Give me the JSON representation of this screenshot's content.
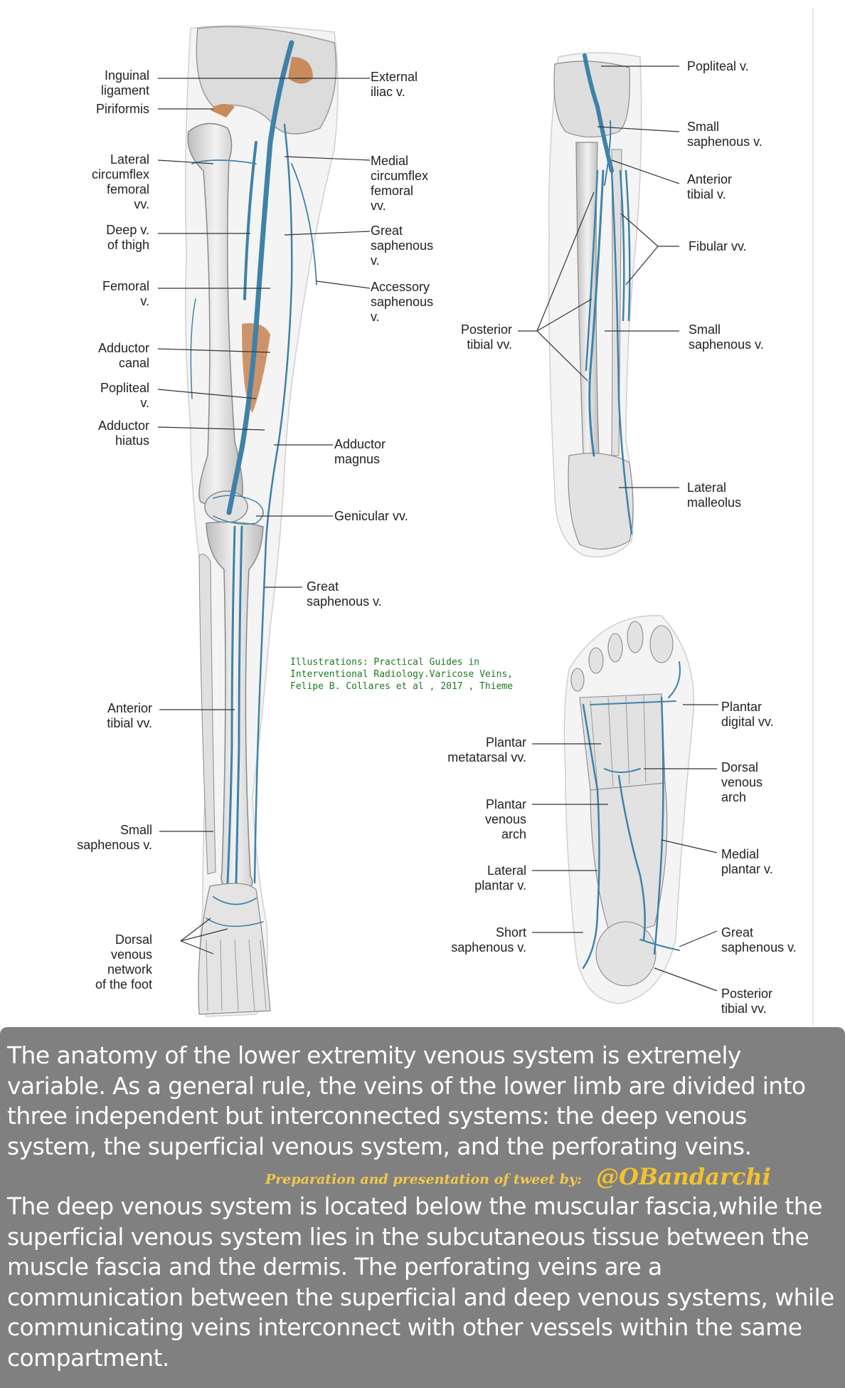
{
  "thigh_leg_labels": {
    "inguinal_ligament": "Inguinal\nligament",
    "piriformis": "Piriformis",
    "lateral_circumflex": "Lateral\ncircumflex\nfemoral\nvv.",
    "deep_v_thigh": "Deep v.\nof thigh",
    "femoral_v": "Femoral\nv.",
    "adductor_canal": "Adductor\ncanal",
    "popliteal_v": "Popliteal\nv.",
    "adductor_hiatus": "Adductor\nhiatus",
    "anterior_tibial": "Anterior\ntibial vv.",
    "small_saphenous": "Small\nsaphenous v.",
    "dorsal_venous_network": "Dorsal\nvenous\nnetwork\nof the foot",
    "external_iliac": "External\niliac v.",
    "medial_circumflex": "Medial\ncircumflex\nfemoral\nvv.",
    "great_saphenous": "Great\nsaphenous\nv.",
    "accessory_saphenous": "Accessory\nsaphenous\nv.",
    "adductor_magnus": "Adductor\nmagnus",
    "genicular": "Genicular vv.",
    "great_saphenous_leg": "Great\nsaphenous v."
  },
  "posterior_leg_labels": {
    "popliteal": "Popliteal v.",
    "small_saphenous_top": "Small\nsaphenous v.",
    "anterior_tibial": "Anterior\ntibial v.",
    "fibular": "Fibular vv.",
    "small_saphenous_mid": "Small\nsaphenous v.",
    "posterior_tibial": "Posterior\ntibial vv.",
    "lateral_malleolus": "Lateral\nmalleolus"
  },
  "plantar_labels": {
    "plantar_digital": "Plantar\ndigital vv.",
    "dorsal_venous_arch": "Dorsal\nvenous\narch",
    "medial_plantar": "Medial\nplantar v.",
    "great_saphenous": "Great\nsaphenous v.",
    "posterior_tibial": "Posterior\ntibial vv.",
    "plantar_metatarsal": "Plantar\nmetatarsal vv.",
    "plantar_venous_arch": "Plantar\nvenous\narch",
    "lateral_plantar": "Lateral\nplantar v.",
    "short_saphenous": "Short\nsaphenous v."
  },
  "credit": "Illustrations: Practical Guides in\nInterventional Radiology.Varicose Veins,\nFelipe B. Collares et al , 2017 , Thieme",
  "description": {
    "paragraph1": "The anatomy of the lower extremity venous system is extremely variable. As a general rule, the veins of the lower limb are divided into three independent but interconnected systems: the deep venous system, the superficial venous system, and the perforating veins.",
    "prep_text": "Preparation and presentation of tweet by:",
    "handle": "@OBandarchi",
    "paragraph2": "The deep venous system is located below the muscular fascia,while the superficial venous system lies in the subcutaneous tissue between the muscle fascia and the dermis. The perforating veins are a communication between the superficial and deep venous systems, while communicating veins interconnect with other vessels within the same compartment."
  },
  "colors": {
    "vein": "#3f82a8",
    "bone": "#d9d9d9",
    "muscle": "#c98a5c",
    "panel_bg": "#808080",
    "handle": "#f2c230"
  }
}
